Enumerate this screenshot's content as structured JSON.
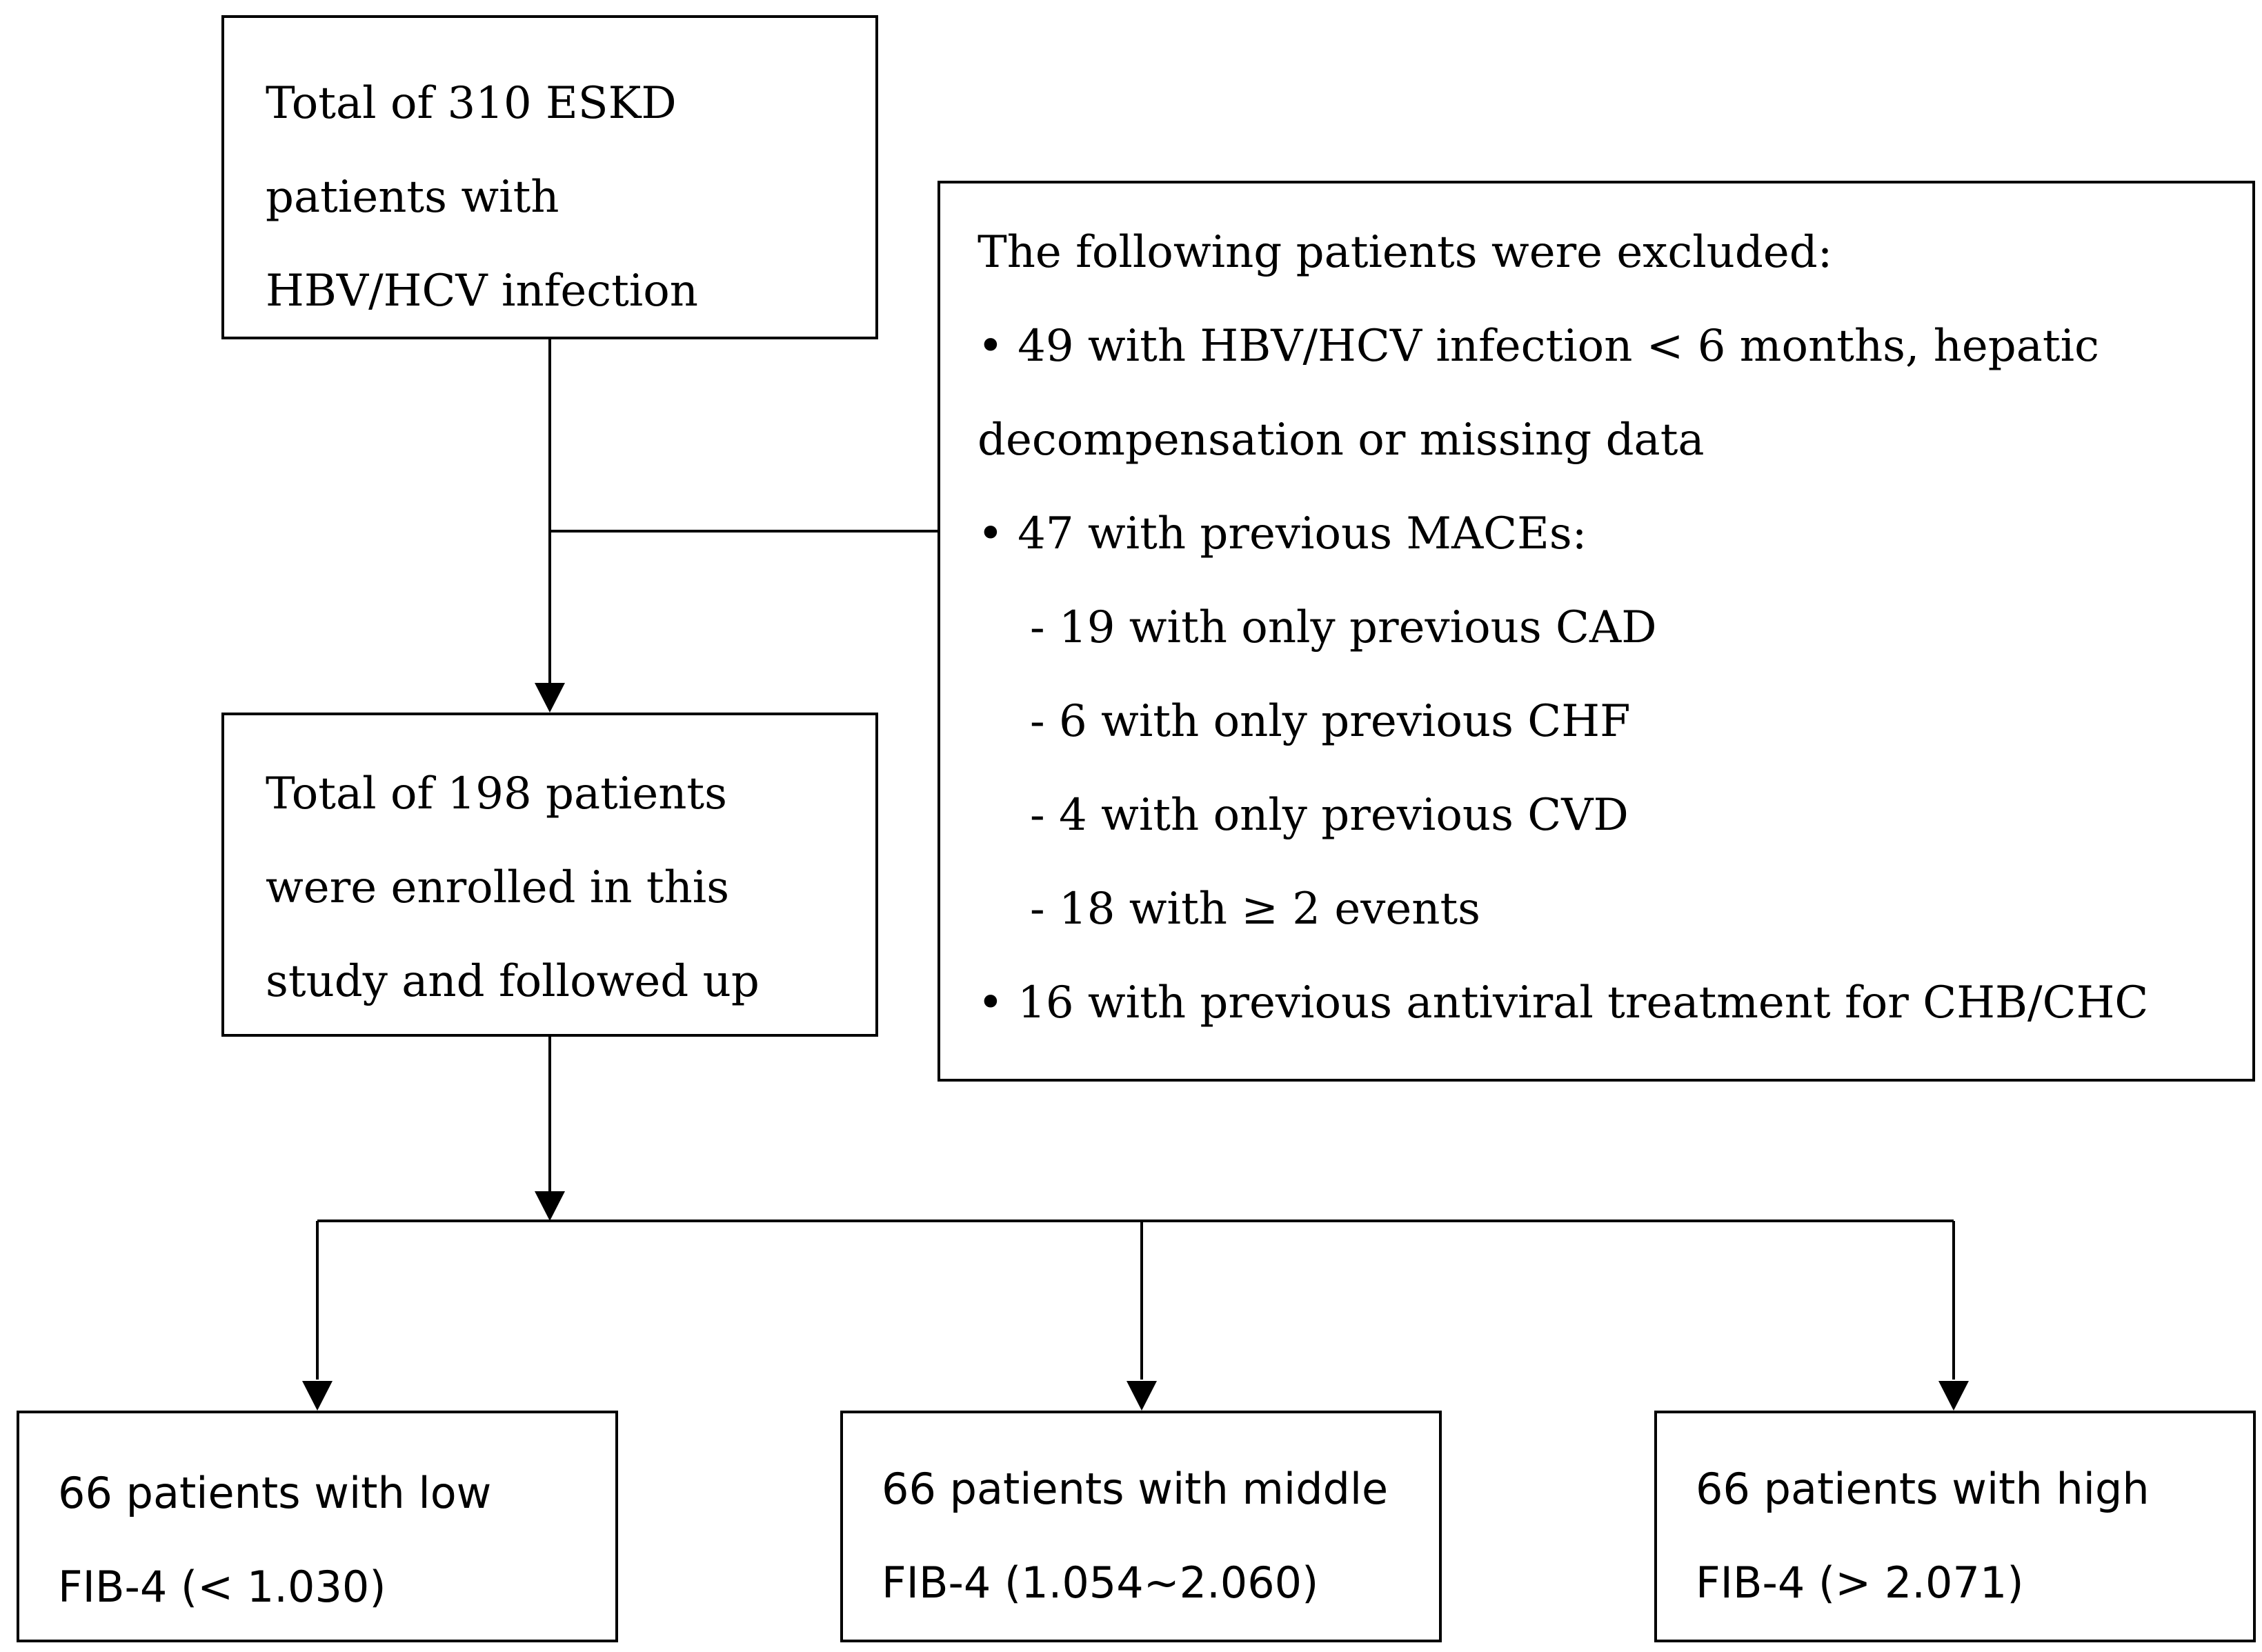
{
  "boxes": {
    "total": {
      "lines": [
        "Total of 310 ESKD",
        "patients with",
        "HBV/HCV infection"
      ]
    },
    "excluded": {
      "header": "The following patients were excluded:",
      "item1_line1": "• 49 with HBV/HCV infection < 6 months, hepatic",
      "item1_line2": "decompensation or missing data",
      "item2": "• 47 with previous MACEs:",
      "sub1": "- 19 with only previous CAD",
      "sub2": "- 6 with only previous CHF",
      "sub3": "- 4 with only previous CVD",
      "sub4": "- 18 with ≥ 2 events",
      "item3": "• 16 with previous antiviral treatment for CHB/CHC"
    },
    "enrolled": {
      "lines": [
        "Total of 198 patients",
        "were enrolled in this",
        "study and followed up"
      ]
    },
    "low": {
      "line1": "66 patients with low",
      "line2": "FIB-4 (< 1.030)"
    },
    "middle": {
      "line1": "66 patients with middle",
      "line2": "FIB-4 (1.054~2.060)"
    },
    "high": {
      "line1": "66 patients with high",
      "line2": "FIB-4 (> 2.071)"
    }
  }
}
